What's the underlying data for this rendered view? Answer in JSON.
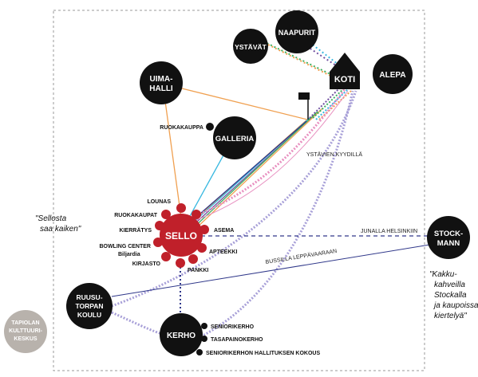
{
  "nodes": {
    "ystavat": "YSTÄVÄT",
    "naapurit": "NAAPURIT",
    "koti": "KOTI",
    "alepa": "ALEPA",
    "uimahalli": [
      "UIMA-",
      "HALLI"
    ],
    "galleria": "GALLERIA",
    "sello": "SELLO",
    "stockmann": [
      "STOCK-",
      "MANN"
    ],
    "ruusutorpan": [
      "RUUSU-",
      "TORPAN",
      "KOULU"
    ],
    "kerho": "KERHO",
    "tapiolan": [
      "TAPIOLAN",
      "KULTTUURI-",
      "KESKUS"
    ]
  },
  "satellites": {
    "ruokakauppa": "RUOKAKAUPPA",
    "lounas": "LOUNAS",
    "ruokakaupat": "RUOKAKAUPAT",
    "kierratys": "KIERRÄTYS",
    "bowling": "BOWLING CENTER",
    "biljardia": "Biljardia",
    "kirjasto": "KIRJASTO",
    "pankki": "PANKKI",
    "apteekki": "APTEEKKI",
    "asema": "ASEMA",
    "seniorikerho": "SENIORIKERHO",
    "tasapainokerho": "TASAPAINOKERHO",
    "hallitus": "SENIORIKERHON HALLITUKSEN KOKOUS"
  },
  "routes": {
    "ystavien": "YSTÄVIEN KYYDILLÄ",
    "junalla": "JUNALLA HELSINKIIN",
    "bussilla": "BUSSILLA LEPPÄVAARAAN"
  },
  "quotes": {
    "sello": [
      "\"Sellosta",
      "saa kaiken\""
    ],
    "stockmann": [
      "\"Kakku-",
      "kahveilla",
      "Stockalla",
      "ja kaupoissa",
      "kiertelyä\""
    ]
  },
  "colors": {
    "node": "#111111",
    "sello": "#c0202a",
    "tapiola": "#b8b2ac",
    "orange": "#f0a050",
    "cyan": "#38b8e0",
    "green": "#40b060",
    "purple": "#7050a0",
    "navy": "#30388a",
    "pink": "#e890c0",
    "lavender": "#a8a0d8",
    "border": "#9a9a9a"
  }
}
